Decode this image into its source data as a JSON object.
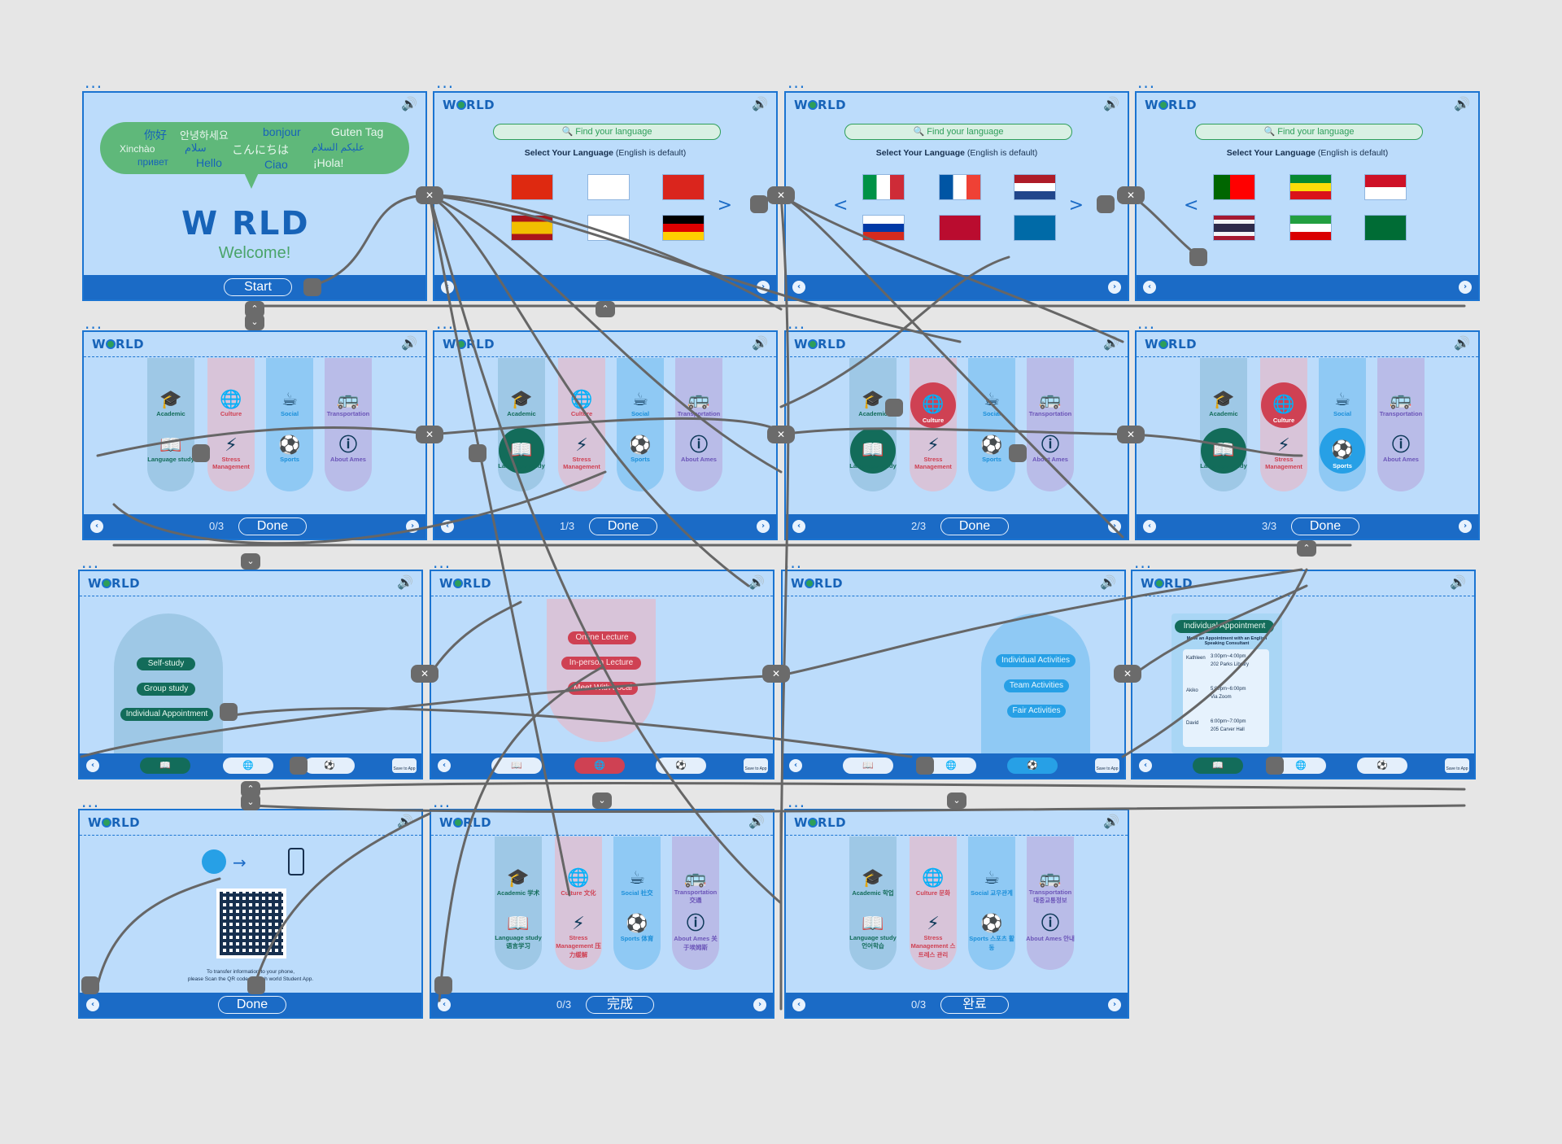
{
  "brand": {
    "logo": "W RLD",
    "speaker": "🔊"
  },
  "welcome": {
    "greetings": [
      "你好",
      "안녕하세요",
      "bonjour",
      "Guten Tag",
      "Xinchào",
      "سلام",
      "こんにちは",
      "عليكم السلام",
      "привет",
      "Hello",
      "Ciao",
      "¡Hola!"
    ],
    "title": "W RLD",
    "subtitle": "Welcome!",
    "start": "Start"
  },
  "language": {
    "search_placeholder": "Find your language",
    "select_label": "Select Your Language",
    "select_hint": "(English is default)",
    "next": ">",
    "prev": "<"
  },
  "categories": {
    "academic": "Academic",
    "culture": "Culture",
    "social": "Social",
    "transportation": "Transportation",
    "language_study": "Language study",
    "stress": "Stress Management",
    "sports": "Sports",
    "about": "About Ames",
    "counts": [
      "0/3",
      "1/3",
      "2/3",
      "3/3"
    ],
    "done": "Done"
  },
  "categories_zh": {
    "academic": "Academic 学术",
    "culture": "Culture 文化",
    "social": "Social 社交",
    "transportation": "Transportation 交通",
    "language_study": "Language study 语言学习",
    "stress": "Stress Management 压力缓解",
    "sports": "Sports 体育",
    "about": "About Ames 关于埃姆斯",
    "count": "0/3",
    "done": "完成"
  },
  "categories_ko": {
    "academic": "Academic 학업",
    "culture": "Culture 문화",
    "social": "Social 교우관계",
    "transportation": "Transportation 대중교통정보",
    "language_study": "Language study 언어학습",
    "stress": "Stress Management 스트레스 관리",
    "sports": "Sports 스포츠 활동",
    "about": "About Ames 안내",
    "count": "0/3",
    "done": "완료"
  },
  "language_study": {
    "options": [
      "Self-study",
      "Group study",
      "Individual Appointment"
    ]
  },
  "culture": {
    "options": [
      "Online Lecture",
      "In-person Lecture",
      "Meet With Local"
    ]
  },
  "sports": {
    "options": [
      "Individual Activities",
      "Team Activities",
      "Fair Activities"
    ]
  },
  "appointment": {
    "title": "Individual Appointment",
    "subtitle": "Make an Appointment with an English Speaking Consultant",
    "slots": [
      {
        "name": "Kathleen",
        "time": "3:00pm~4:00pm",
        "place": "202 Parks Library"
      },
      {
        "name": "Akiko",
        "time": "5:00pm~6:00pm",
        "place": "Via Zoom"
      },
      {
        "name": "David",
        "time": "6:00pm~7:00pm",
        "place": "205 Carver Hall"
      }
    ]
  },
  "save": {
    "label": "Save to App"
  },
  "qr": {
    "note_1": "To transfer information to your phone,",
    "note_2": "please Scan the QR code through world Student App.",
    "done": "Done"
  },
  "colors": {
    "accent": "#1b6bc6",
    "frame": "#bcdcfb",
    "green": "#136c5a",
    "red": "#cf4153",
    "blue": "#27a0e6",
    "canvas": "#e6e6e6"
  }
}
